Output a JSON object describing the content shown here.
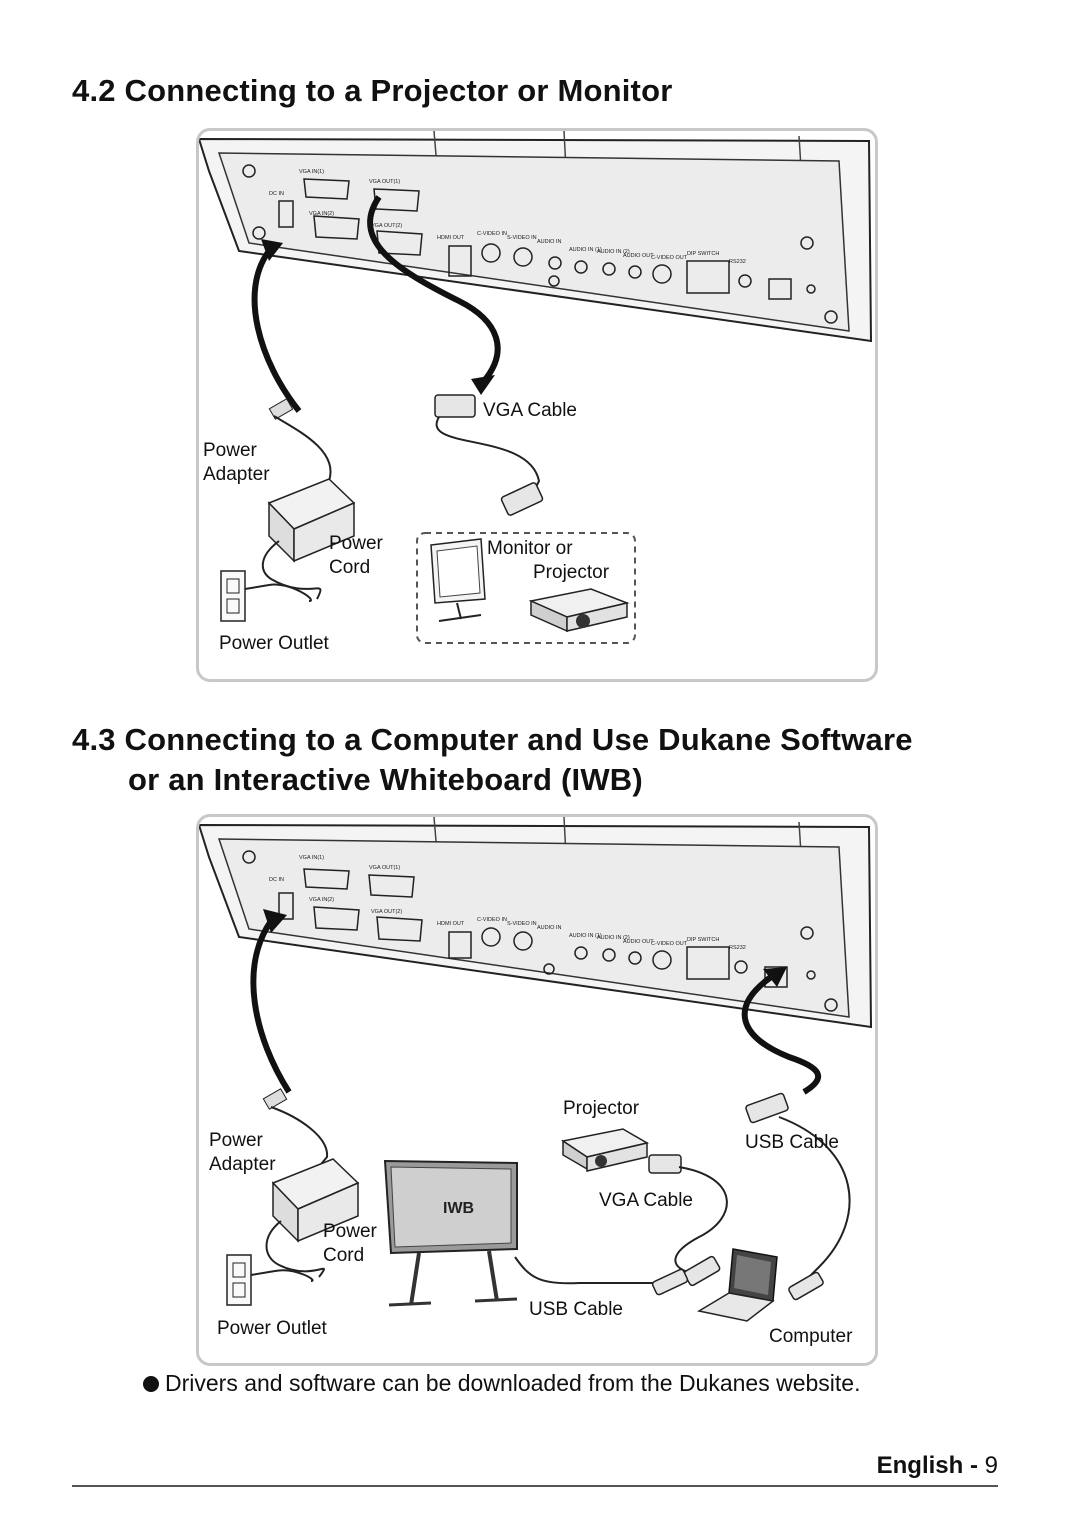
{
  "section_42": {
    "title": "4.2 Connecting to a Projector or Monitor",
    "labels": {
      "vga_cable": "VGA Cable",
      "power_adapter_1": "Power",
      "power_adapter_2": "Adapter",
      "power_cord_1": "Power",
      "power_cord_2": "Cord",
      "monitor_1": "Monitor or",
      "monitor_2": "Projector",
      "power_outlet": "Power Outlet"
    }
  },
  "section_43": {
    "title_line1": "4.3 Connecting to a Computer and Use Dukane Software",
    "title_line2": "or an Interactive Whiteboard (IWB)",
    "labels": {
      "projector": "Projector",
      "power_adapter_1": "Power",
      "power_adapter_2": "Adapter",
      "usb_cable_top": "USB Cable",
      "iwb": "IWB",
      "vga_cable": "VGA Cable",
      "power_cord_1": "Power",
      "power_cord_2": "Cord",
      "usb_cable_bottom": "USB Cable",
      "power_outlet": "Power Outlet",
      "computer": "Computer"
    }
  },
  "panel_ports": [
    "DC IN",
    "VGA IN(1)",
    "VGA IN(2)",
    "VGA OUT(1)",
    "VGA OUT(2)",
    "HDMI OUT",
    "C-VIDEO IN",
    "S-VIDEO IN",
    "AUDIO IN",
    "AUDIO IN (1)",
    "AUDIO IN (2)",
    "AUDIO OUT",
    "C-VIDEO OUT",
    "DIP SWITCH",
    "RS232"
  ],
  "note": "Drivers and software can be downloaded from the Dukanes website.",
  "footer": {
    "language": "English",
    "separator": "-",
    "page": "9"
  }
}
